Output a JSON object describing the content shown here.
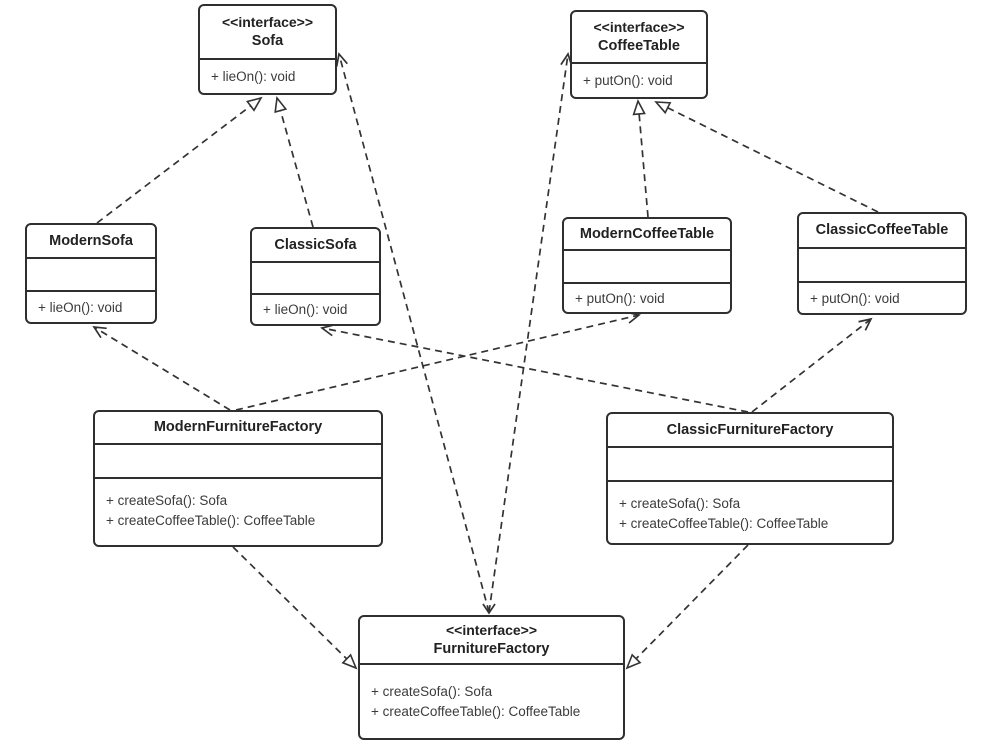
{
  "diagram_type": "uml-class-diagram",
  "colors": {
    "background": "#ffffff",
    "box_border": "#2f2f2f",
    "edge_line": "#333333",
    "title_text": "#222222",
    "method_text": "#3b3b3b"
  },
  "classes": [
    {
      "id": "sofa",
      "stereotype": "<<interface>>",
      "name": "Sofa",
      "attributes": [],
      "methods": [
        "+ lieOn(): void"
      ]
    },
    {
      "id": "coffee-table",
      "stereotype": "<<interface>>",
      "name": "CoffeeTable",
      "attributes": [],
      "methods": [
        "+ putOn(): void"
      ]
    },
    {
      "id": "modern-sofa",
      "stereotype": "",
      "name": "ModernSofa",
      "attributes": [],
      "methods": [
        "+ lieOn(): void"
      ]
    },
    {
      "id": "classic-sofa",
      "stereotype": "",
      "name": "ClassicSofa",
      "attributes": [],
      "methods": [
        "+ lieOn(): void"
      ]
    },
    {
      "id": "modern-coffee-table",
      "stereotype": "",
      "name": "ModernCoffeeTable",
      "attributes": [],
      "methods": [
        "+ putOn(): void"
      ]
    },
    {
      "id": "classic-coffee-table",
      "stereotype": "",
      "name": "ClassicCoffeeTable",
      "attributes": [],
      "methods": [
        "+ putOn(): void"
      ]
    },
    {
      "id": "modern-furniture-factory",
      "stereotype": "",
      "name": "ModernFurnitureFactory",
      "attributes": [],
      "methods": [
        "+ createSofa(): Sofa",
        "+ createCoffeeTable(): CoffeeTable"
      ]
    },
    {
      "id": "classic-furniture-factory",
      "stereotype": "",
      "name": "ClassicFurnitureFactory",
      "attributes": [],
      "methods": [
        "+ createSofa(): Sofa",
        "+ createCoffeeTable(): CoffeeTable"
      ]
    },
    {
      "id": "furniture-factory",
      "stereotype": "<<interface>>",
      "name": "FurnitureFactory",
      "attributes": [],
      "methods": [
        "+ createSofa(): Sofa",
        "+ createCoffeeTable(): CoffeeTable"
      ]
    }
  ],
  "relationships": [
    {
      "from": "ModernSofa",
      "to": "Sofa",
      "type": "realization"
    },
    {
      "from": "ClassicSofa",
      "to": "Sofa",
      "type": "realization"
    },
    {
      "from": "ModernCoffeeTable",
      "to": "CoffeeTable",
      "type": "realization"
    },
    {
      "from": "ClassicCoffeeTable",
      "to": "CoffeeTable",
      "type": "realization"
    },
    {
      "from": "ModernFurnitureFactory",
      "to": "FurnitureFactory",
      "type": "realization"
    },
    {
      "from": "ClassicFurnitureFactory",
      "to": "FurnitureFactory",
      "type": "realization"
    },
    {
      "from": "ModernFurnitureFactory",
      "to": "ModernSofa",
      "type": "dependency"
    },
    {
      "from": "ModernFurnitureFactory",
      "to": "ModernCoffeeTable",
      "type": "dependency"
    },
    {
      "from": "ClassicFurnitureFactory",
      "to": "ClassicSofa",
      "type": "dependency"
    },
    {
      "from": "ClassicFurnitureFactory",
      "to": "ClassicCoffeeTable",
      "type": "dependency"
    },
    {
      "from": "FurnitureFactory",
      "to": "Sofa",
      "type": "dependency"
    },
    {
      "from": "FurnitureFactory",
      "to": "CoffeeTable",
      "type": "dependency"
    }
  ]
}
